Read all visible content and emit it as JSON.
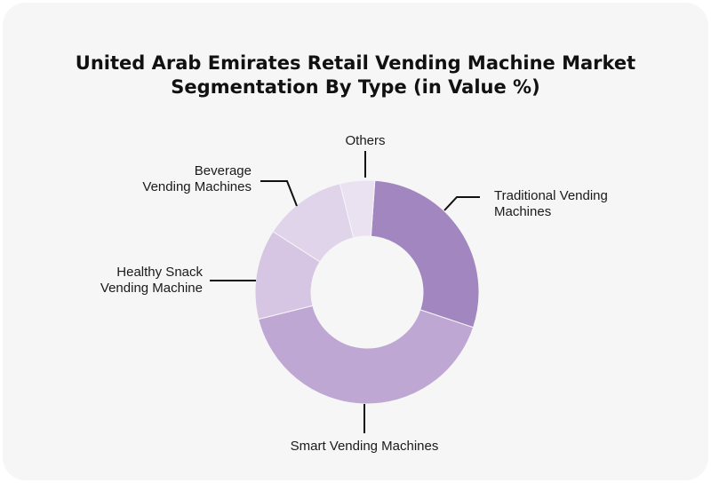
{
  "chart_data": {
    "type": "pie",
    "variant": "donut",
    "title": [
      "United Arab Emirates Retail Vending Machine Market",
      "Segmentation By Type (in Value %)"
    ],
    "categories": [
      "Traditional Vending Machines",
      "Smart Vending Machines",
      "Healthy Snack Vending Machine",
      "Beverage Vending Machines",
      "Others"
    ],
    "values": [
      29,
      41,
      13,
      12,
      5
    ],
    "labels": [
      [
        "Traditional Vending",
        "Machines"
      ],
      [
        "Smart Vending Machines"
      ],
      [
        "Healthy Snack",
        "Vending Machine"
      ],
      [
        "Beverage",
        "Vending Machines"
      ],
      [
        "Others"
      ]
    ],
    "colors": [
      "#a186bf",
      "#bfa7d4",
      "#d6c5e3",
      "#e0d4ea",
      "#ebe2f1"
    ],
    "value_labels_shown": false,
    "legend": "none"
  }
}
